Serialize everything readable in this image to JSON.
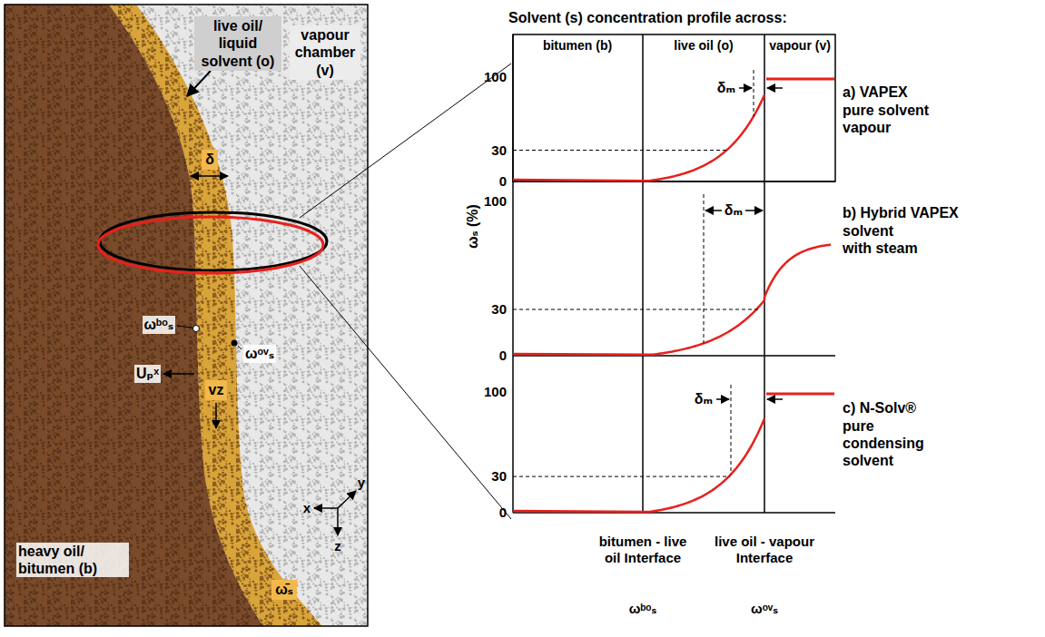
{
  "diagram": {
    "nodes": [
      {
        "text": [
          "live oil/ liquid solvent (o)"
        ]
      },
      {
        "text": [
          "vapour chamber (v)"
        ]
      },
      {
        "text": [
          "δ"
        ]
      },
      {
        "text": [
          "vz"
        ]
      },
      {
        "text": [
          "ω̄ₛ"
        ]
      }
    ],
    "labels": [
      "heavy oil/ bitumen (b)",
      "ωᵇᵒₛ",
      "ωᵒᵛₛ",
      "Uₚˣ",
      "x",
      "y",
      "z",
      "Solvent (s) concentration profile across:",
      "bitumen (b)",
      "live oil (o)",
      "vapour (v)",
      "100",
      "30",
      "0",
      "100",
      "30",
      "0",
      "100",
      "30",
      "0",
      "ωₛ (%)",
      "δₘ",
      "δₘ",
      "δₘ",
      "a) VAPEX",
      "pure solvent vapour",
      "b) Hybrid VAPEX",
      "solvent with steam",
      "c) N-Solv®",
      "pure condensing solvent",
      "bitumen - live oil Interface",
      "ωᵇᵒₛ",
      "live oil - vapour Interface",
      "ωᵒᵛₛ"
    ]
  }
}
